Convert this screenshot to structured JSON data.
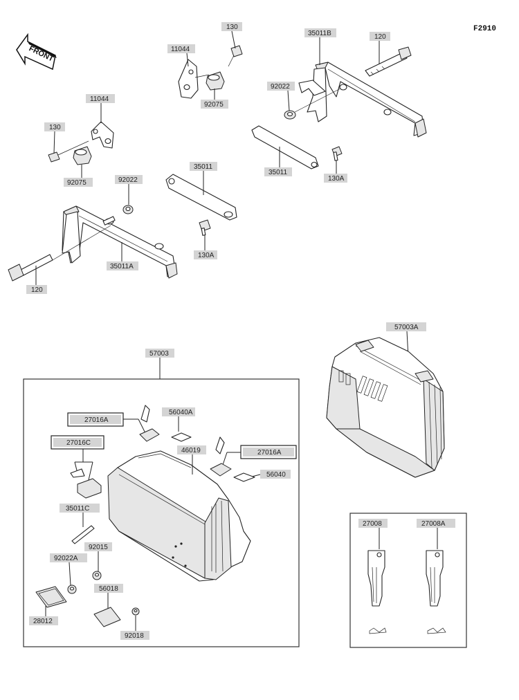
{
  "figure_code": "F2910",
  "front_label": "FRONT",
  "labels": {
    "l130_top": "130",
    "l11044_top": "11044",
    "l92075_top": "92075",
    "l35011B": "35011B",
    "l120_top": "120",
    "l92022_top": "92022",
    "l35011_right": "35011",
    "l130A_right": "130A",
    "l11044_left": "11044",
    "l130_left": "130",
    "l92075_left": "92075",
    "l92022_mid": "92022",
    "l35011_mid": "35011",
    "l130A_mid": "130A",
    "l35011A": "35011A",
    "l120_bottom": "120",
    "l57003": "57003",
    "l57003A": "57003A",
    "l27016A_top": "27016A",
    "l56040A": "56040A",
    "l27016C": "27016C",
    "l46019": "46019",
    "l27016A_right": "27016A",
    "l56040": "56040",
    "l35011C": "35011C",
    "l92015": "92015",
    "l92022A": "92022A",
    "l56018": "56018",
    "l28012": "28012",
    "l92018": "92018",
    "l27008": "27008",
    "l27008A": "27008A"
  }
}
